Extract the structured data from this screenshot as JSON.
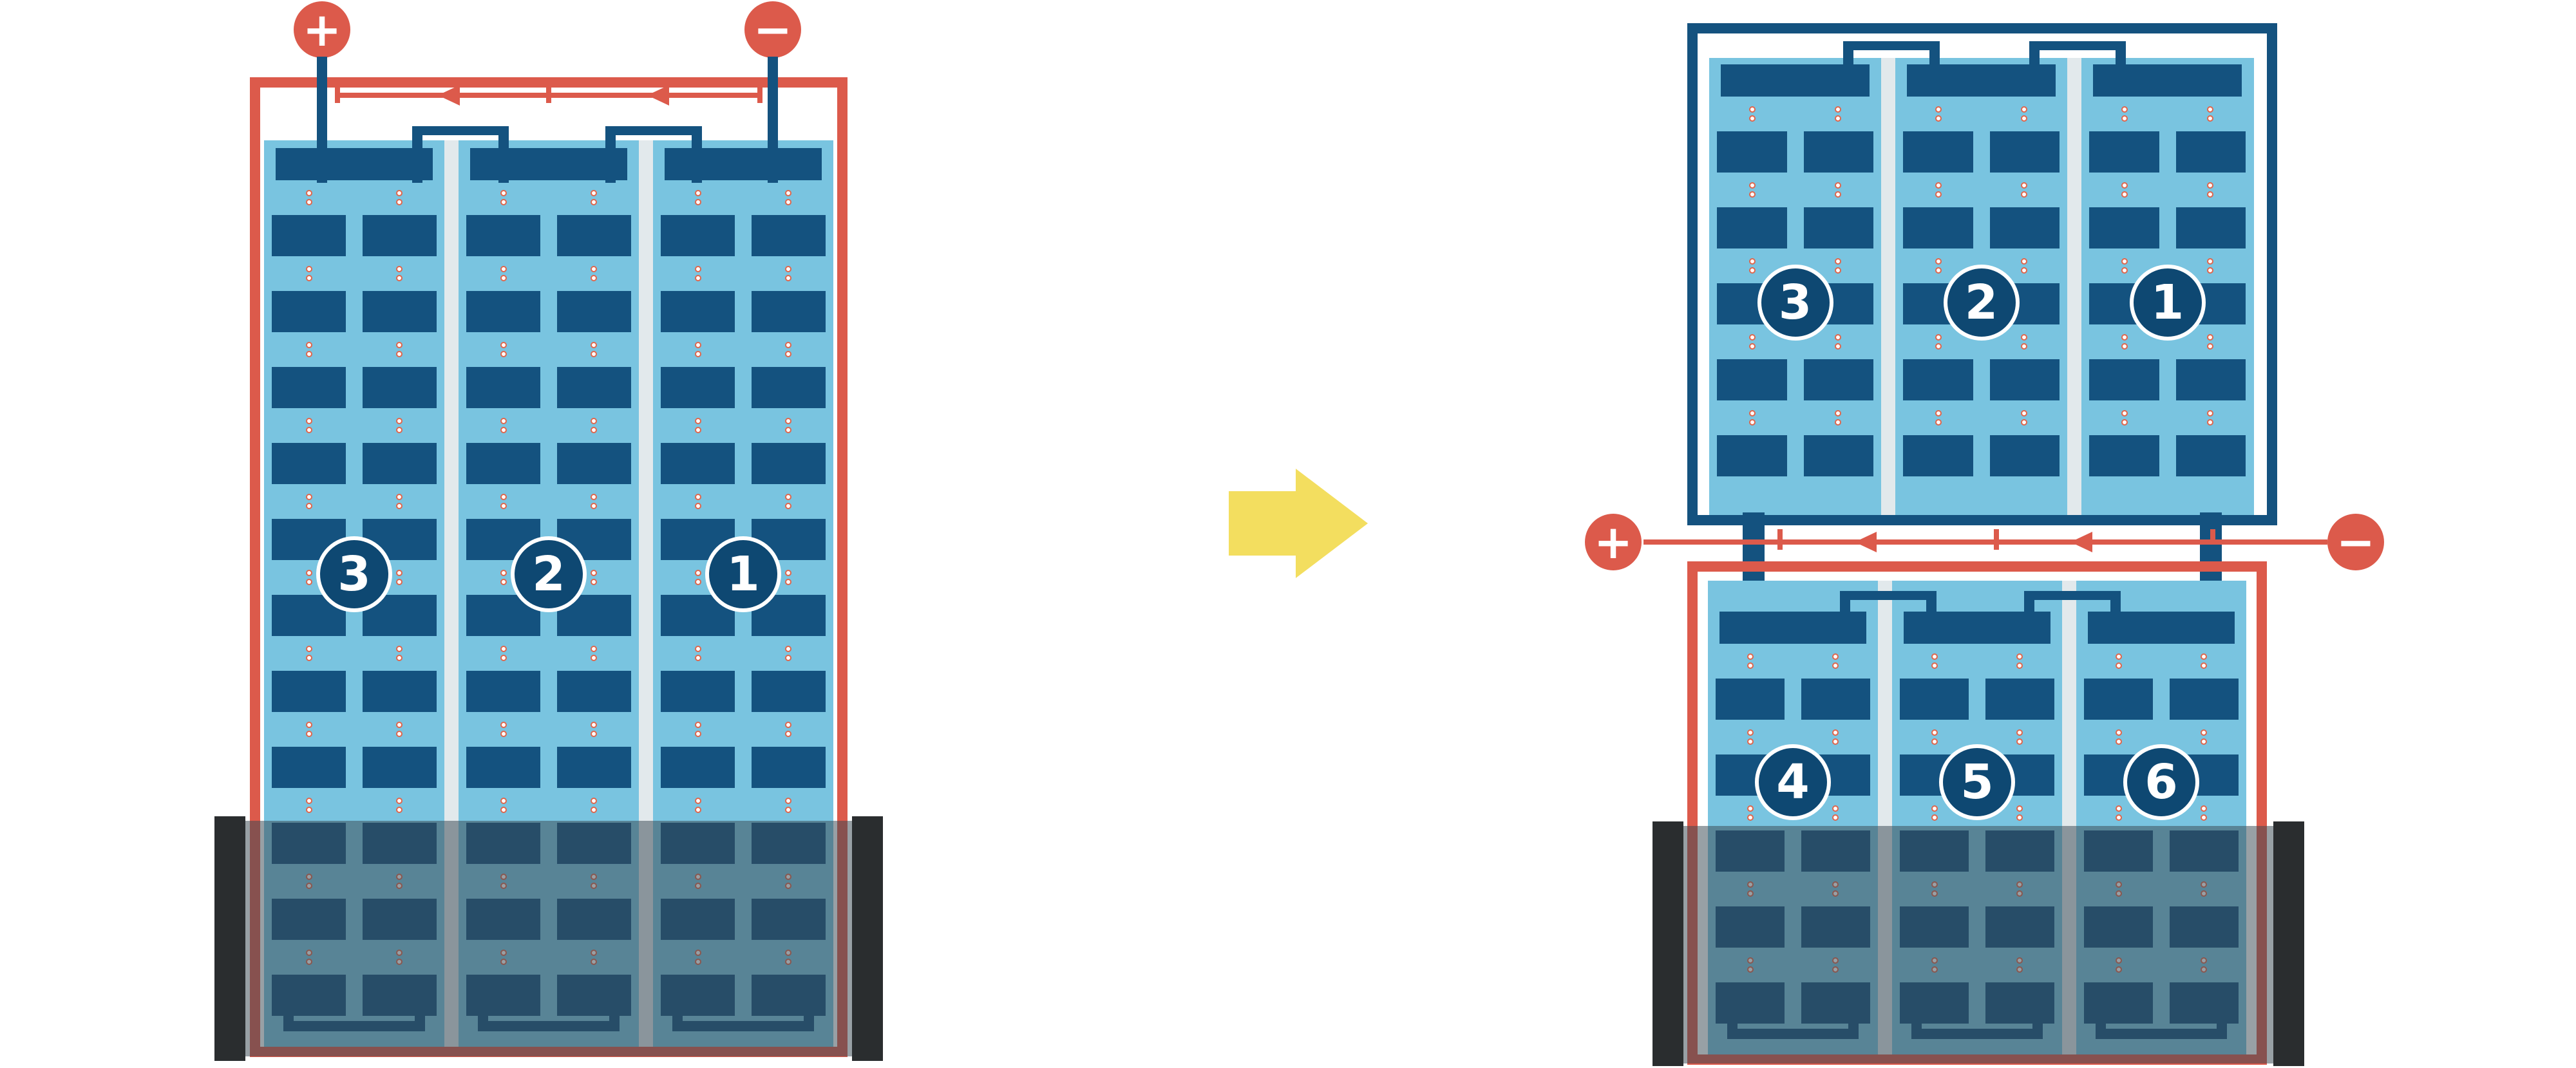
{
  "terminals": {
    "plus": "+",
    "minus": "−"
  },
  "arrow": {
    "direction": "right"
  },
  "panels": {
    "left": {
      "type": "full-panel",
      "strings": [
        "3",
        "2",
        "1"
      ],
      "rows": 11,
      "shaded": true
    },
    "right_top": {
      "type": "half-panel-top",
      "strings": [
        "3",
        "2",
        "1"
      ],
      "rows": 5,
      "shaded": false
    },
    "right_bottom": {
      "type": "half-panel-bottom",
      "strings": [
        "4",
        "5",
        "6"
      ],
      "rows": 5,
      "shaded": true
    }
  },
  "colors": {
    "red": "#DC5A4B",
    "dark_blue": "#14527F",
    "circle_navy": "#0E4872",
    "light_blue": "#79C4E0",
    "separator": "#E2E9EC",
    "yellow": "#F3DE5F",
    "shade": "rgba(58,72,82,0.52)",
    "shade_cap": "#2A2D2F",
    "dot_fill": "#FFFFFF",
    "dot_ring": "#E0664C"
  }
}
